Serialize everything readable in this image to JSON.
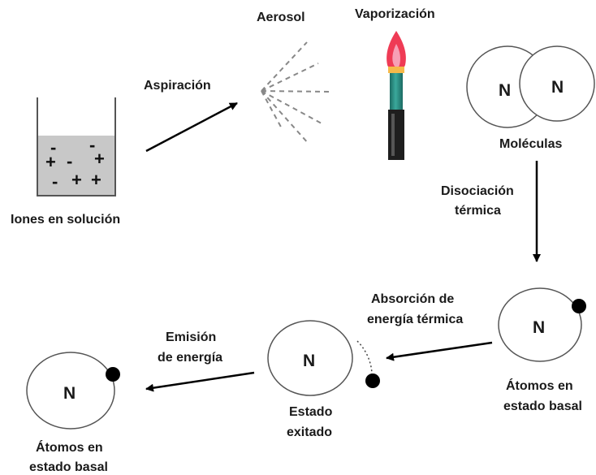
{
  "beaker": {
    "ions_label": "Iones en solución",
    "ion_rows": [
      [
        "-",
        "-"
      ],
      [
        "+",
        "-",
        "+"
      ],
      [
        "-",
        "+",
        "+"
      ]
    ]
  },
  "steps": {
    "aspiration": "Aspiración",
    "aerosol": "Aerosol",
    "vaporization": "Vaporización",
    "dissociation_line1": "Disociación",
    "dissociation_line2": "térmica",
    "absorption_line1": "Absorción de",
    "absorption_line2": "energía térmica",
    "emission_line1": "Emisión",
    "emission_line2": "de energía"
  },
  "molecule": {
    "atom_left": "N",
    "atom_right": "N",
    "label": "Moléculas"
  },
  "ground_state_right": {
    "atom": "N",
    "label_line1": "Átomos en",
    "label_line2": "estado basal"
  },
  "excited_state": {
    "atom": "N",
    "label_line1": "Estado",
    "label_line2": "exitado"
  },
  "ground_state_left": {
    "atom": "N",
    "label_line1": "Átomos en",
    "label_line2": "estado basal"
  },
  "colors": {
    "solution_fill": "#c8c8c8",
    "flame_outer": "#ef3b55",
    "flame_inner": "#f7a0b6",
    "flame_base": "#f6b94a",
    "burner_tube": "#2e8e84",
    "burner_base": "#1e1e1e"
  }
}
